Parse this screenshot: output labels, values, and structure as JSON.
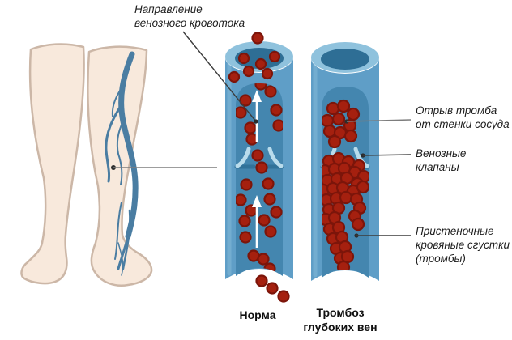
{
  "annotations": {
    "flow_direction": {
      "label": "Направление\nвенозного кровотока"
    },
    "clot_detachment": {
      "label": "Отрыв тромба\nот стенки сосуда"
    },
    "venous_valves": {
      "label": "Венозные\nклапаны"
    },
    "mural_clots": {
      "label": "Пристеночные\nкровяные сгустки\n(тромбы)"
    }
  },
  "captions": {
    "left_vein": "Норма",
    "right_vein": "Тромбоз\nглубоких вен"
  },
  "colors": {
    "skin": "#f8e9dc",
    "skin_outline": "#ccb7a7",
    "leg_vein": "#4a7da2",
    "vein_wall": "#5f9ec7",
    "vein_rim": "#8fc2dd",
    "vein_lumen": "#2e6e95",
    "vein_interior": "#4486af",
    "valve": "#b9dcec",
    "blood_cell": "#a5200f",
    "blood_cell_edge": "#7c150a"
  }
}
